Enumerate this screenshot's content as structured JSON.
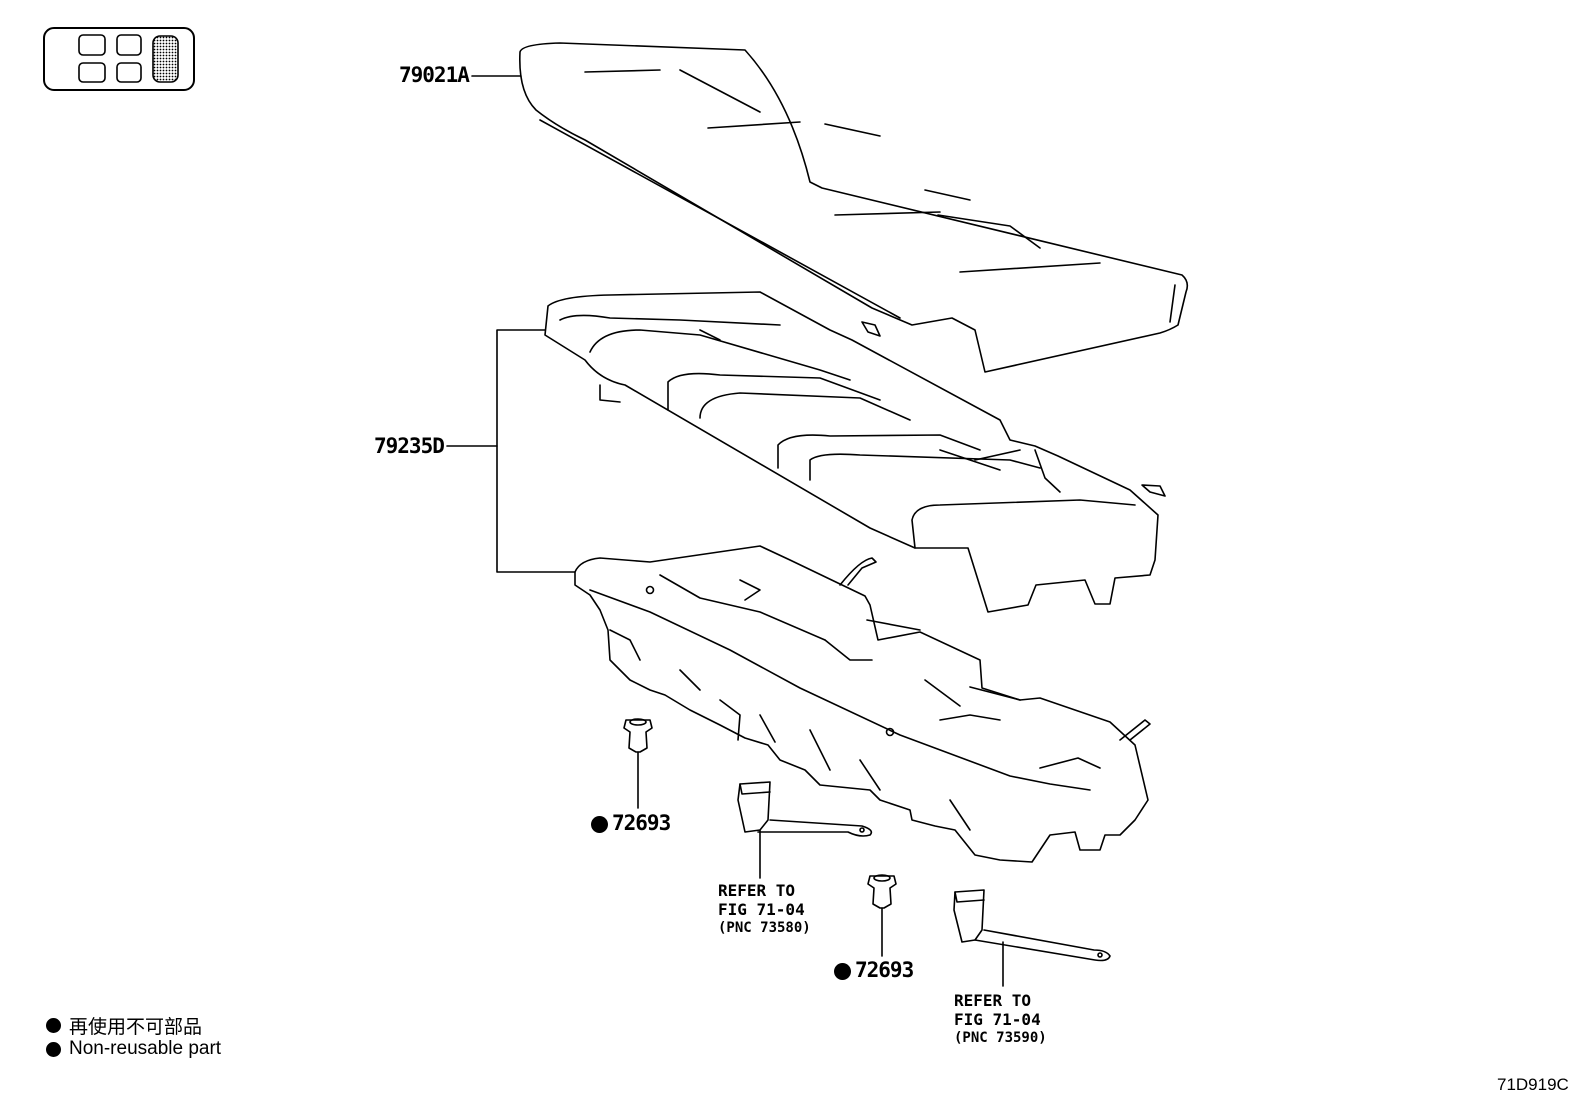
{
  "labels": {
    "cushion_assy": "79021A",
    "pad_frame": "79235D",
    "clip_1": "72693",
    "clip_2": "72693",
    "refer_1": {
      "line1": "REFER TO",
      "line2": "FIG 71-04",
      "line3": "(PNC 73580)"
    },
    "refer_2": {
      "line1": "REFER TO",
      "line2": "FIG 71-04",
      "line3": "(PNC 73590)"
    }
  },
  "legend": {
    "jp": "再使用不可部品",
    "en": "Non-reusable part"
  },
  "figure_code": "71D919C",
  "icons": {
    "seat_locator": "seat-position-indicator-icon",
    "non_reusable_marker": "filled-circle-icon"
  },
  "colors": {
    "line": "#000000",
    "background": "#ffffff"
  }
}
